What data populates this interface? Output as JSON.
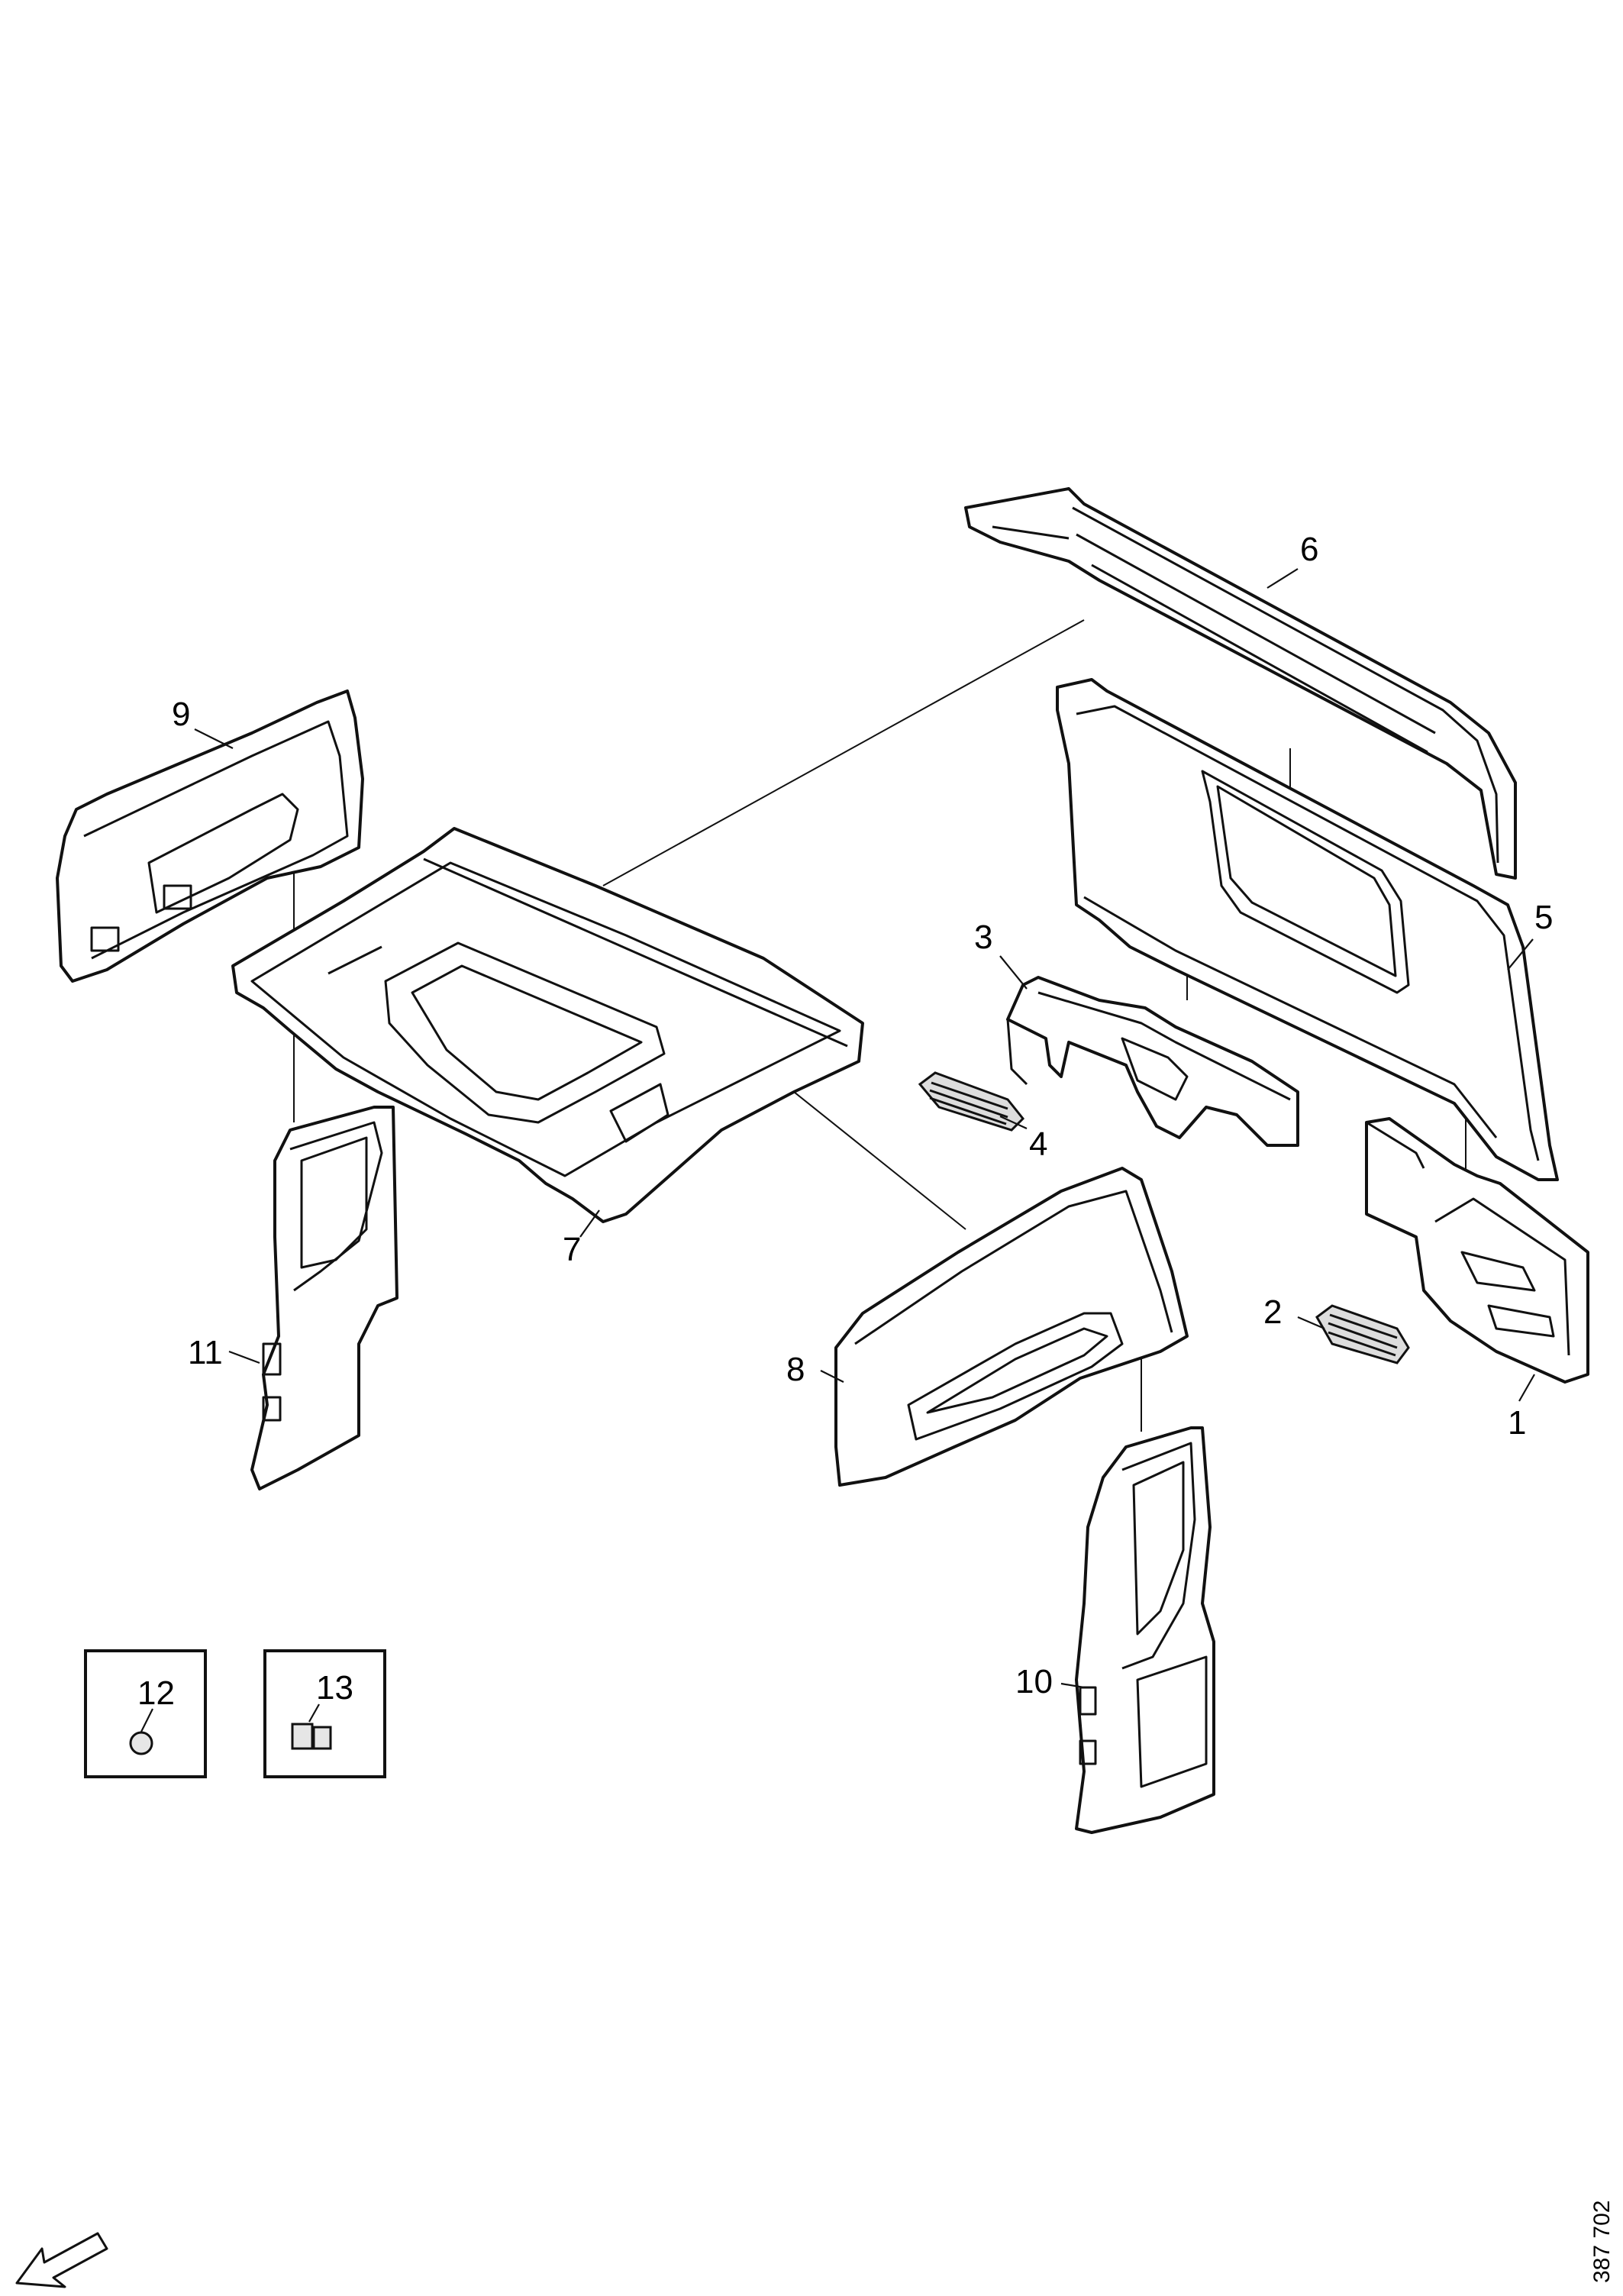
{
  "callouts": {
    "c1": "1",
    "c2": "2",
    "c3": "3",
    "c4": "4",
    "c5": "5",
    "c6": "6",
    "c7": "7",
    "c8": "8",
    "c9": "9",
    "c10": "10",
    "c11": "11",
    "c12": "12",
    "c13": "13"
  },
  "drawing_code": "387 702",
  "icons": {
    "orientation": "front-direction-arrow-icon"
  }
}
